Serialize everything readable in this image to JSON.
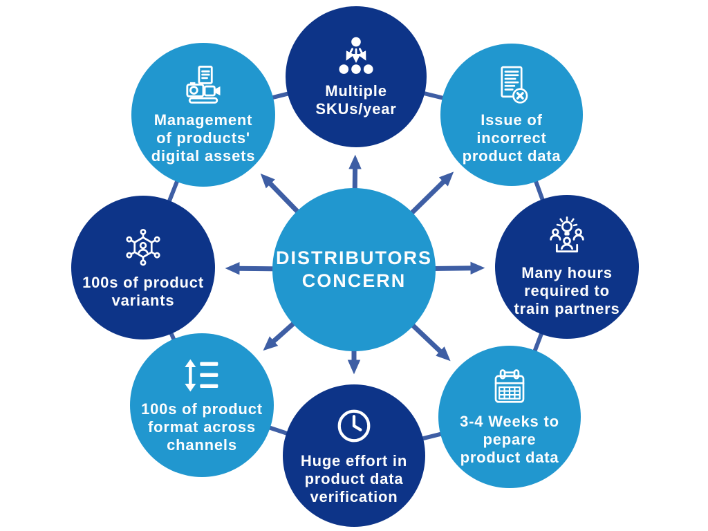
{
  "colors": {
    "dark": "#0d3488",
    "light": "#2197cf",
    "arrow": "#3e5ea4",
    "text": "#fdfdfd",
    "bg": "#ffffff"
  },
  "hub": {
    "label": "DISTRIBUTORS\nCONCERN"
  },
  "nodes": [
    {
      "id": "multiple-skus",
      "label": "Multiple\nSKUs/year",
      "icon": "sku-distribution-icon",
      "tone": "dark",
      "position": "top"
    },
    {
      "id": "incorrect-data",
      "label": "Issue of\nincorrect\nproduct data",
      "icon": "document-error-icon",
      "tone": "light",
      "position": "top-right"
    },
    {
      "id": "train-partners",
      "label": "Many hours\nrequired to\ntrain partners",
      "icon": "training-people-icon",
      "tone": "dark",
      "position": "right"
    },
    {
      "id": "weeks-to-prepare",
      "label": "3-4 Weeks to\npepare\nproduct data",
      "icon": "calendar-icon",
      "tone": "light",
      "position": "bottom-right"
    },
    {
      "id": "verification-effort",
      "label": "Huge effort in\nproduct data\nverification",
      "icon": "clock-icon",
      "tone": "dark",
      "position": "bottom"
    },
    {
      "id": "format-channels",
      "label": "100s of product\nformat across\nchannels",
      "icon": "sort-lines-icon",
      "tone": "light",
      "position": "bottom-left"
    },
    {
      "id": "product-variants",
      "label": "100s of product\nvariants",
      "icon": "network-user-icon",
      "tone": "dark",
      "position": "left"
    },
    {
      "id": "digital-assets",
      "label": "Management\nof products'\ndigital assets",
      "icon": "media-assets-icon",
      "tone": "light",
      "position": "top-left"
    }
  ]
}
